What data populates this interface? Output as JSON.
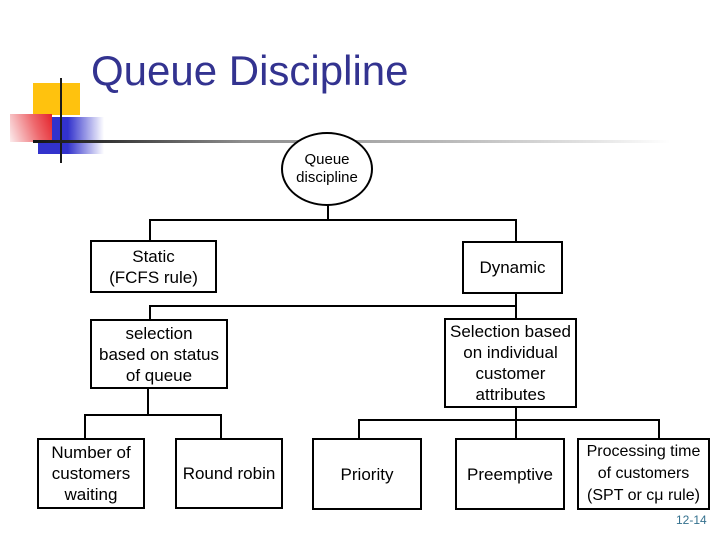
{
  "colors": {
    "title-color": "#333390",
    "page-number-color": "#35718E",
    "accent-yellow": "#FFC20E",
    "accent-red": "#E4232B",
    "accent-blue": "#3232CC",
    "node-border": "#000000",
    "node-fill": "#FFFFFF",
    "connector": "#000000"
  },
  "title": "Queue Discipline",
  "page_number": "12-14",
  "diagram": {
    "root": {
      "lines": [
        "Queue",
        "discipline"
      ]
    },
    "static": {
      "lines": [
        "Static",
        "(FCFS rule)"
      ]
    },
    "dynamic": {
      "lines": [
        "Dynamic"
      ]
    },
    "status_queue": {
      "lines": [
        "selection",
        "based on status",
        "of queue"
      ]
    },
    "individual_attributes": {
      "lines": [
        "Selection based",
        "on individual",
        "customer",
        "attributes"
      ]
    },
    "number_waiting": {
      "lines": [
        "Number of",
        "customers",
        "waiting"
      ]
    },
    "round_robin": {
      "lines": [
        "Round robin"
      ]
    },
    "priority": {
      "lines": [
        "Priority"
      ]
    },
    "preemptive": {
      "lines": [
        "Preemptive"
      ]
    },
    "processing_time": {
      "lines": [
        "Processing time",
        "of customers",
        "(SPT or cμ rule)"
      ]
    }
  }
}
